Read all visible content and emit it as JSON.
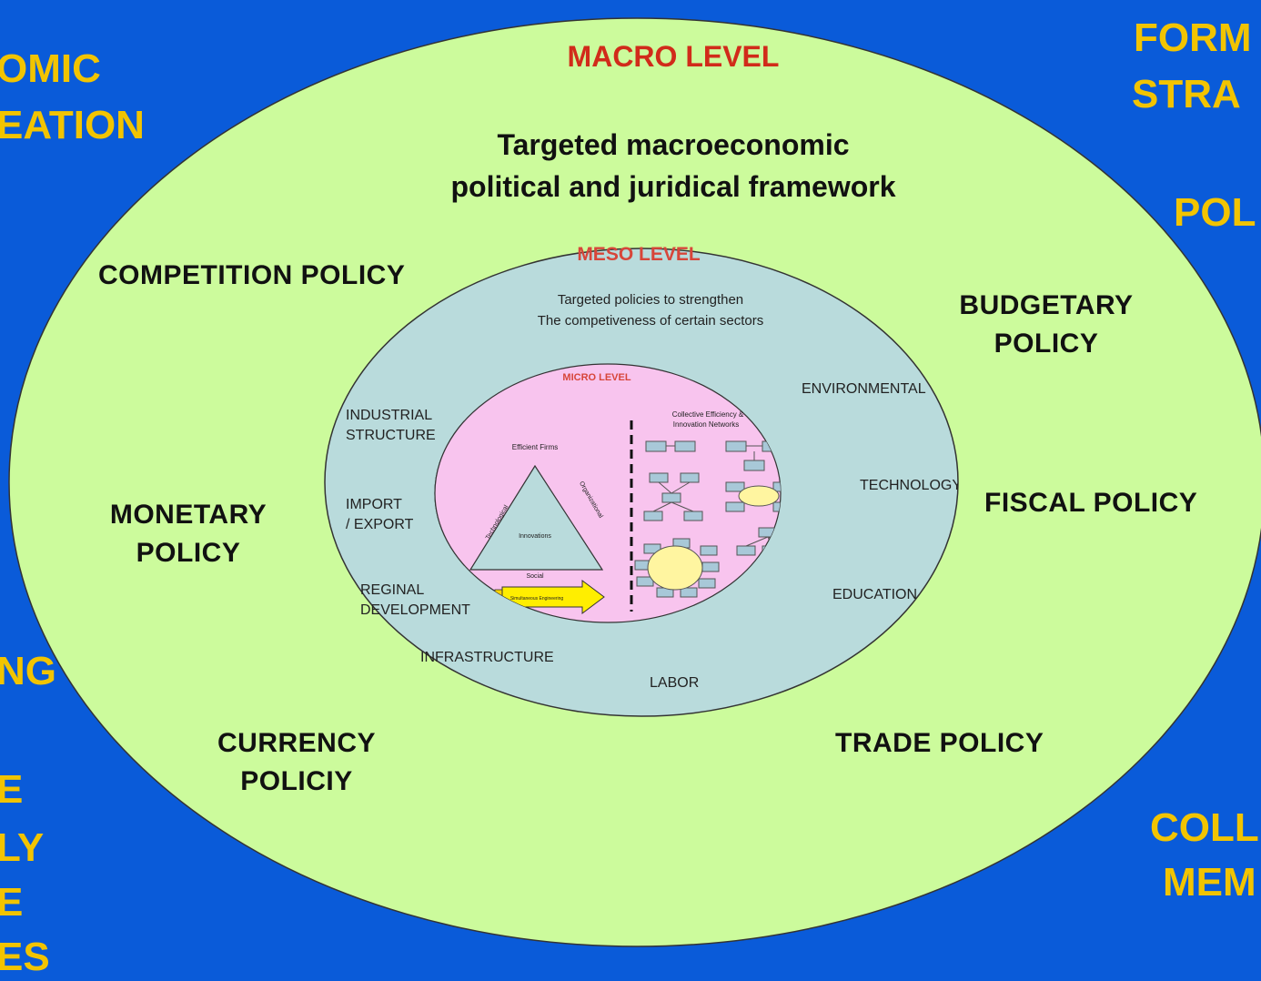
{
  "background_fragments": {
    "left_top_1": "OMIC",
    "left_top_2": "EATION",
    "left_mid": "NG",
    "left_low_1": "E",
    "left_low_2": "LY",
    "left_low_3": "E",
    "left_low_4": "ES",
    "right_top_1": "FORM",
    "right_top_2": "STRA",
    "right_mid": "POL",
    "right_low_1": "COLL",
    "right_low_2": "MEM"
  },
  "macro": {
    "title": "MACRO LEVEL",
    "subtitle_line1": "Targeted macroeconomic",
    "subtitle_line2": "political and juridical framework",
    "policies": {
      "competition": "COMPETITION POLICY",
      "budgetary_1": "BUDGETARY",
      "budgetary_2": "POLICY",
      "monetary_1": "MONETARY",
      "monetary_2": "POLICY",
      "fiscal": "FISCAL POLICY",
      "currency_1": "CURRENCY",
      "currency_2": "POLICIY",
      "trade": "TRADE POLICY"
    }
  },
  "meso": {
    "title": "MESO LEVEL",
    "subtitle_line1": "Targeted policies to strengthen",
    "subtitle_line2": "The competiveness of certain sectors",
    "items": {
      "industrial_1": "INDUSTRIAL",
      "industrial_2": "STRUCTURE",
      "import_1": "IMPORT",
      "import_2": "/ EXPORT",
      "regional_1": "REGINAL",
      "regional_2": "DEVELOPMENT",
      "infrastructure": "INFRASTRUCTURE",
      "labor": "LABOR",
      "environmental": "ENVIRONMENTAL",
      "technology": "TECHNOLOGY",
      "education": "EDUCATION"
    }
  },
  "micro": {
    "title": "MICRO LEVEL",
    "efficient_firms": "Efficient Firms",
    "triangle_left": "Technological",
    "triangle_right": "Organizational",
    "triangle_center": "Innovations",
    "triangle_bottom": "Social",
    "arrow_label": "Simultaneous Engineering",
    "networks_1": "Collective Efficiency &",
    "networks_2": "Innovation Networks"
  },
  "colors": {
    "background": "#0a5bd9",
    "macro_fill": "#ccfb9c",
    "meso_fill": "#b9dbdc",
    "micro_fill": "#f8c4ee",
    "macro_title": "#d12b1a",
    "meso_title": "#d7463a",
    "fragment_text": "#f2c400"
  }
}
